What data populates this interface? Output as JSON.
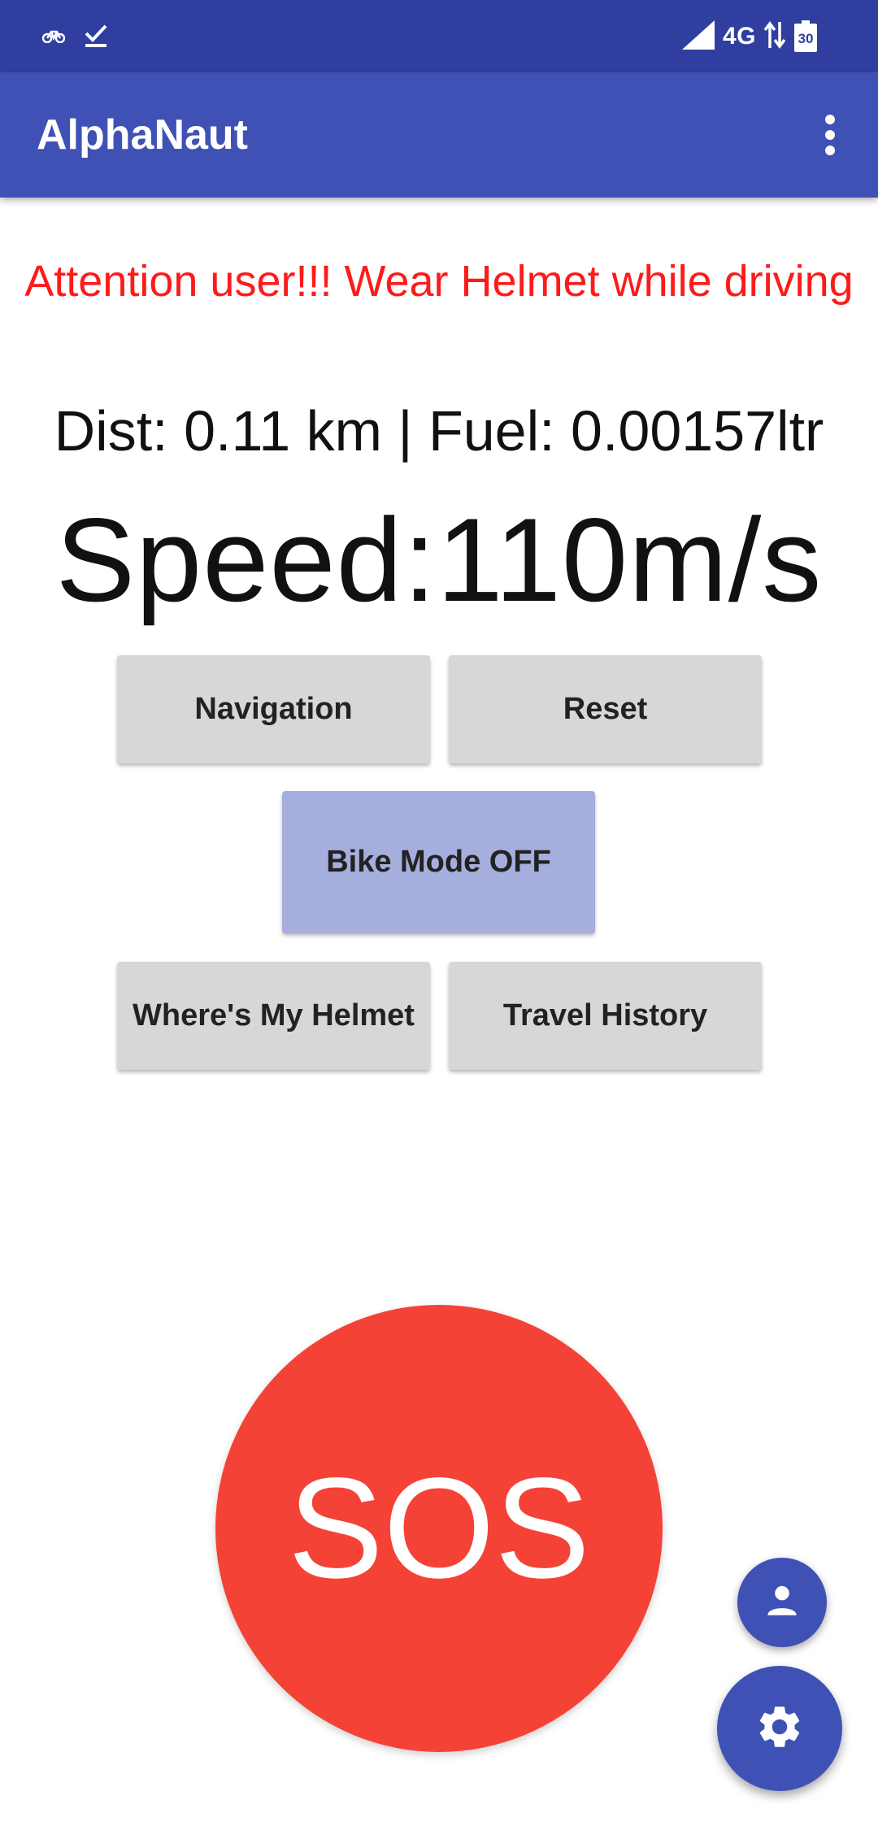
{
  "status_bar": {
    "left_icons": [
      "bike-icon",
      "check-icon"
    ],
    "network": "4G",
    "battery": "30",
    "right_icons": [
      "signal-icon",
      "data-transfer-icon",
      "battery-icon"
    ]
  },
  "app_bar": {
    "title": "AlphaNaut",
    "menu_icon": "overflow-menu-icon"
  },
  "main": {
    "warning": "Attention user!!! Wear Helmet while driving",
    "dist_fuel": "Dist: 0.11 km | Fuel: 0.00157ltr",
    "speed": "Speed:110m/s",
    "buttons": {
      "navigation": "Navigation",
      "reset": "Reset",
      "bike_mode": "Bike Mode OFF",
      "wheres_my_helmet": "Where's My Helmet",
      "travel_history": "Travel History"
    },
    "sos": "SOS"
  },
  "fabs": {
    "profile_icon": "person-icon",
    "settings_icon": "gear-icon"
  },
  "colors": {
    "status_bar": "#303f9f",
    "app_bar": "#3f51b5",
    "warning_text": "#ff1a1a",
    "button_gray": "#d6d7d7",
    "bike_mode_button": "#a5aedc",
    "sos": "#f44336",
    "fab": "#3f51b5"
  }
}
